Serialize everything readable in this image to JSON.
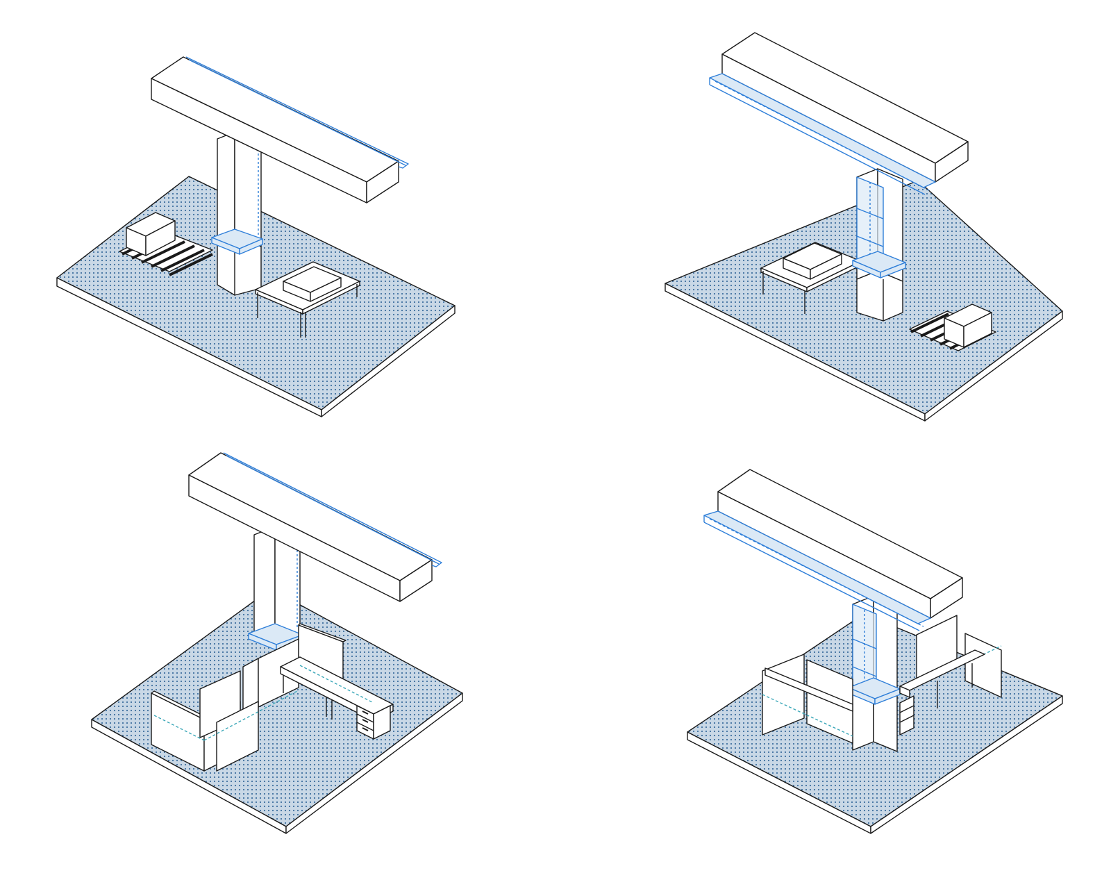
{
  "diagram": {
    "panel_count": 4,
    "panels": [
      {
        "name": "panel-original",
        "variant": "existing",
        "furniture": [
          "pallet-with-crate",
          "table-with-box"
        ]
      },
      {
        "name": "panel-original-mirrored",
        "variant": "existing",
        "furniture": [
          "table-with-box",
          "pallet-with-crate"
        ]
      },
      {
        "name": "panel-retrofit",
        "variant": "fitted",
        "furniture": [
          "partition-panels",
          "desk-with-drawers"
        ]
      },
      {
        "name": "panel-retrofit-mirrored",
        "variant": "fitted",
        "furniture": [
          "partition-panels",
          "desk-with-drawers"
        ]
      }
    ]
  },
  "colors": {
    "stroke": "#1a1a1a",
    "floor_fill": "#c9d8e6",
    "floor_dot": "#3d6f9f",
    "accent_blue": "#2f7fd9",
    "accent_blue_light": "#dbe9f6",
    "dash_teal": "#3aa7b8",
    "surface": "#ffffff"
  }
}
